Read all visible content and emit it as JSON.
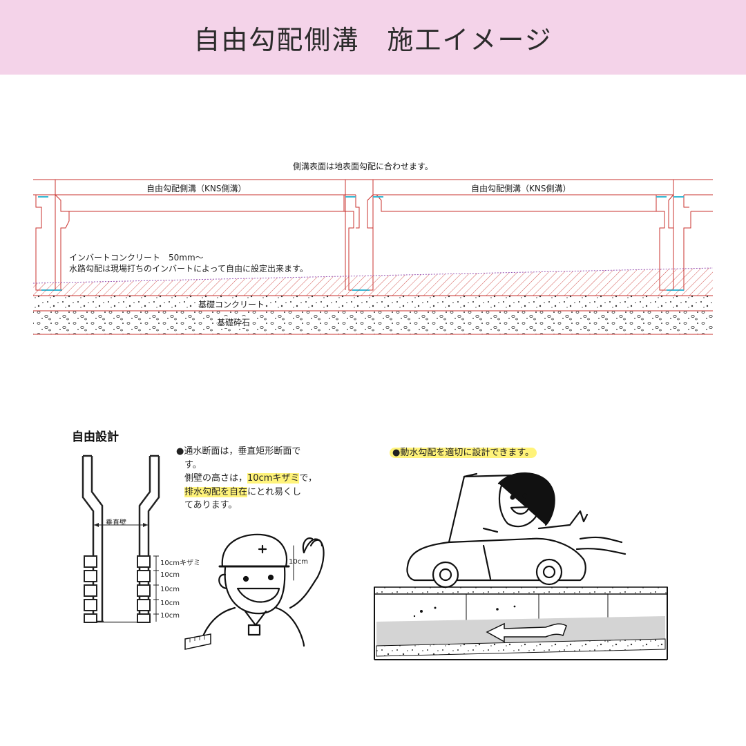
{
  "header": {
    "title": "自由勾配側溝　施工イメージ",
    "bg_color": "#f4d3e9"
  },
  "cross_section": {
    "top_note": "側溝表面は地表面勾配に合わせます。",
    "channel_label_1": "自由勾配側溝（KNS側溝）",
    "channel_label_2": "自由勾配側溝（KNS側溝）",
    "invert_line1": "インバートコンクリート　50mm～",
    "invert_line2": "水路勾配は現場打ちのインバートによって自由に設定出来ます。",
    "foundation_concrete": "基礎コンクリート",
    "foundation_gravel": "基礎砕石",
    "line_color": "#c9302c"
  },
  "design": {
    "title": "自由設計",
    "vertical_wall": "垂直壁",
    "pitch_labels": [
      "10cmキザミ",
      "10cm",
      "10cm",
      "10cm",
      "10cm"
    ],
    "helmet_dim": "10cm",
    "note_line1": "●通水断面は，垂直矩形断面で",
    "note_line2": "す。",
    "note_line3_pre": "側壁の高さは，",
    "note_line3_hl": "10cmキザミ",
    "note_line3_post": "で，",
    "note_line4_hl": "排水勾配を自在",
    "note_line4_post": "にとれ易くし",
    "note_line5": "てあります。",
    "highlight_color": "#fff37a"
  },
  "flow": {
    "note": "●動水勾配を適切に設計できます。"
  }
}
